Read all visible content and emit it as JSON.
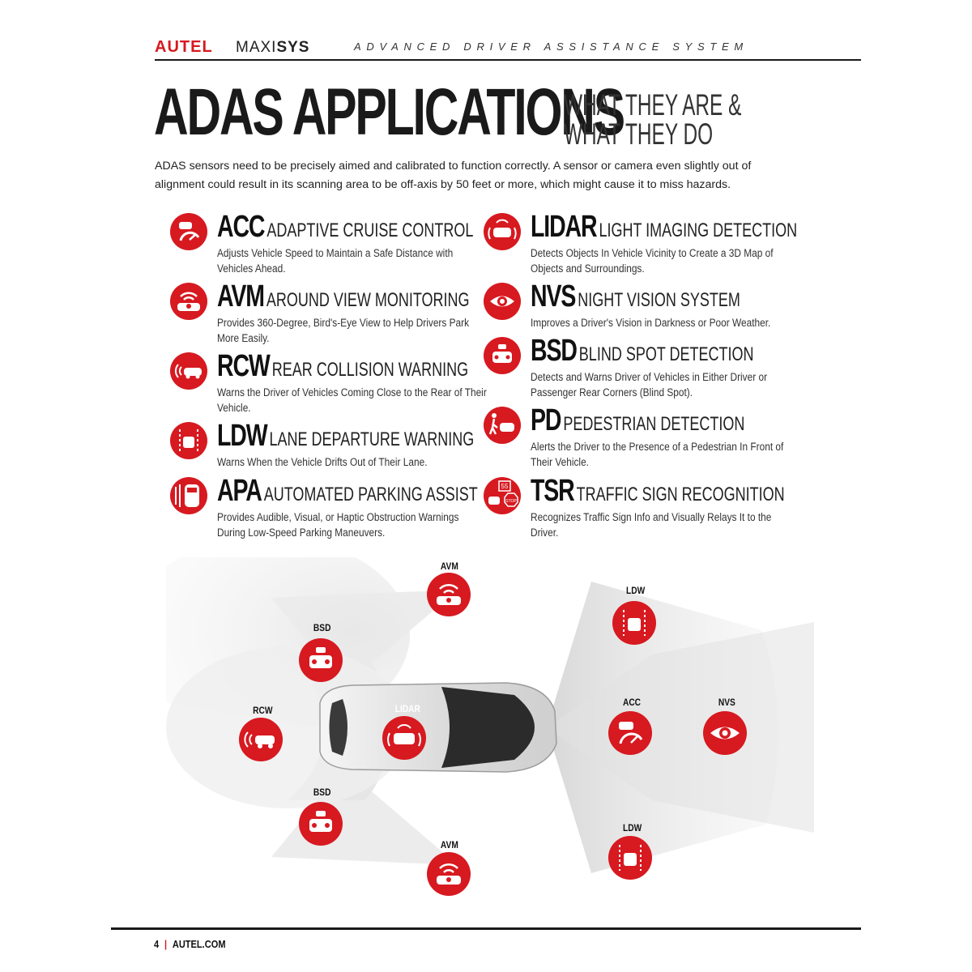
{
  "header": {
    "brand": "AUTEL",
    "product_light": "MAXI",
    "product_bold": "SYS",
    "tagline": "ADVANCED DRIVER ASSISTANCE SYSTEM"
  },
  "title": "ADAS APPLICATIONS",
  "subtitle_line1": "WHAT THEY ARE &",
  "subtitle_line2": "WHAT THEY DO",
  "intro": "ADAS sensors need to be precisely aimed and calibrated to function correctly. A sensor or camera even slightly out of alignment could result in its scanning area to be off-axis by 50 feet or more, which might cause it to miss hazards.",
  "apps_left": [
    {
      "abbr": "ACC",
      "full": "ADAPTIVE CRUISE CONTROL",
      "desc": "Adjusts Vehicle Speed to Maintain a Safe Distance with Vehicles Ahead.",
      "icon": "speedometer-icon"
    },
    {
      "abbr": "AVM",
      "full": "AROUND VIEW MONITORING",
      "desc": "Provides 360-Degree, Bird's-Eye View to Help Drivers Park More Easily.",
      "icon": "around-view-icon"
    },
    {
      "abbr": "RCW",
      "full": "REAR COLLISION WARNING",
      "desc": "Warns the Driver of Vehicles Coming Close to the Rear of Their Vehicle.",
      "icon": "rear-collision-icon"
    },
    {
      "abbr": "LDW",
      "full": "LANE DEPARTURE WARNING",
      "desc": "Warns When the Vehicle Drifts Out of Their Lane.",
      "icon": "lane-departure-icon"
    },
    {
      "abbr": "APA",
      "full": "AUTOMATED PARKING ASSIST",
      "desc": "Provides Audible, Visual, or Haptic Obstruction Warnings During Low-Speed Parking Maneuvers.",
      "icon": "parking-assist-icon"
    }
  ],
  "apps_right": [
    {
      "abbr": "LIDAR",
      "full": "LIGHT IMAGING DETECTION",
      "desc": "Detects Objects In Vehicle Vicinity to Create a 3D Map of Objects and Surroundings.",
      "icon": "lidar-icon"
    },
    {
      "abbr": "NVS",
      "full": "NIGHT VISION SYSTEM",
      "desc": "Improves a Driver's Vision in Darkness or Poor Weather.",
      "icon": "eye-icon"
    },
    {
      "abbr": "BSD",
      "full": "BLIND SPOT DETECTION",
      "desc": "Detects and Warns Driver of Vehicles in Either Driver or Passenger Rear Corners (Blind Spot).",
      "icon": "blind-spot-icon"
    },
    {
      "abbr": "PD",
      "full": "PEDESTRIAN DETECTION",
      "desc": "Alerts the Driver to the Presence of a Pedestrian In Front of Their Vehicle.",
      "icon": "pedestrian-icon"
    },
    {
      "abbr": "TSR",
      "full": "TRAFFIC SIGN RECOGNITION",
      "desc": "Recognizes Traffic Sign Info and Visually Relays It to the Driver.",
      "icon": "traffic-sign-icon"
    }
  ],
  "diagram": {
    "labels": [
      "AVM",
      "LDW",
      "BSD",
      "RCW",
      "LIDAR",
      "ACC",
      "NVS",
      "BSD",
      "LDW",
      "AVM"
    ],
    "sign_text": [
      "55",
      "STOP"
    ]
  },
  "footer": {
    "page": "4",
    "site": "AUTEL.COM"
  },
  "colors": {
    "accent": "#d71920",
    "text": "#1a1a1a"
  }
}
